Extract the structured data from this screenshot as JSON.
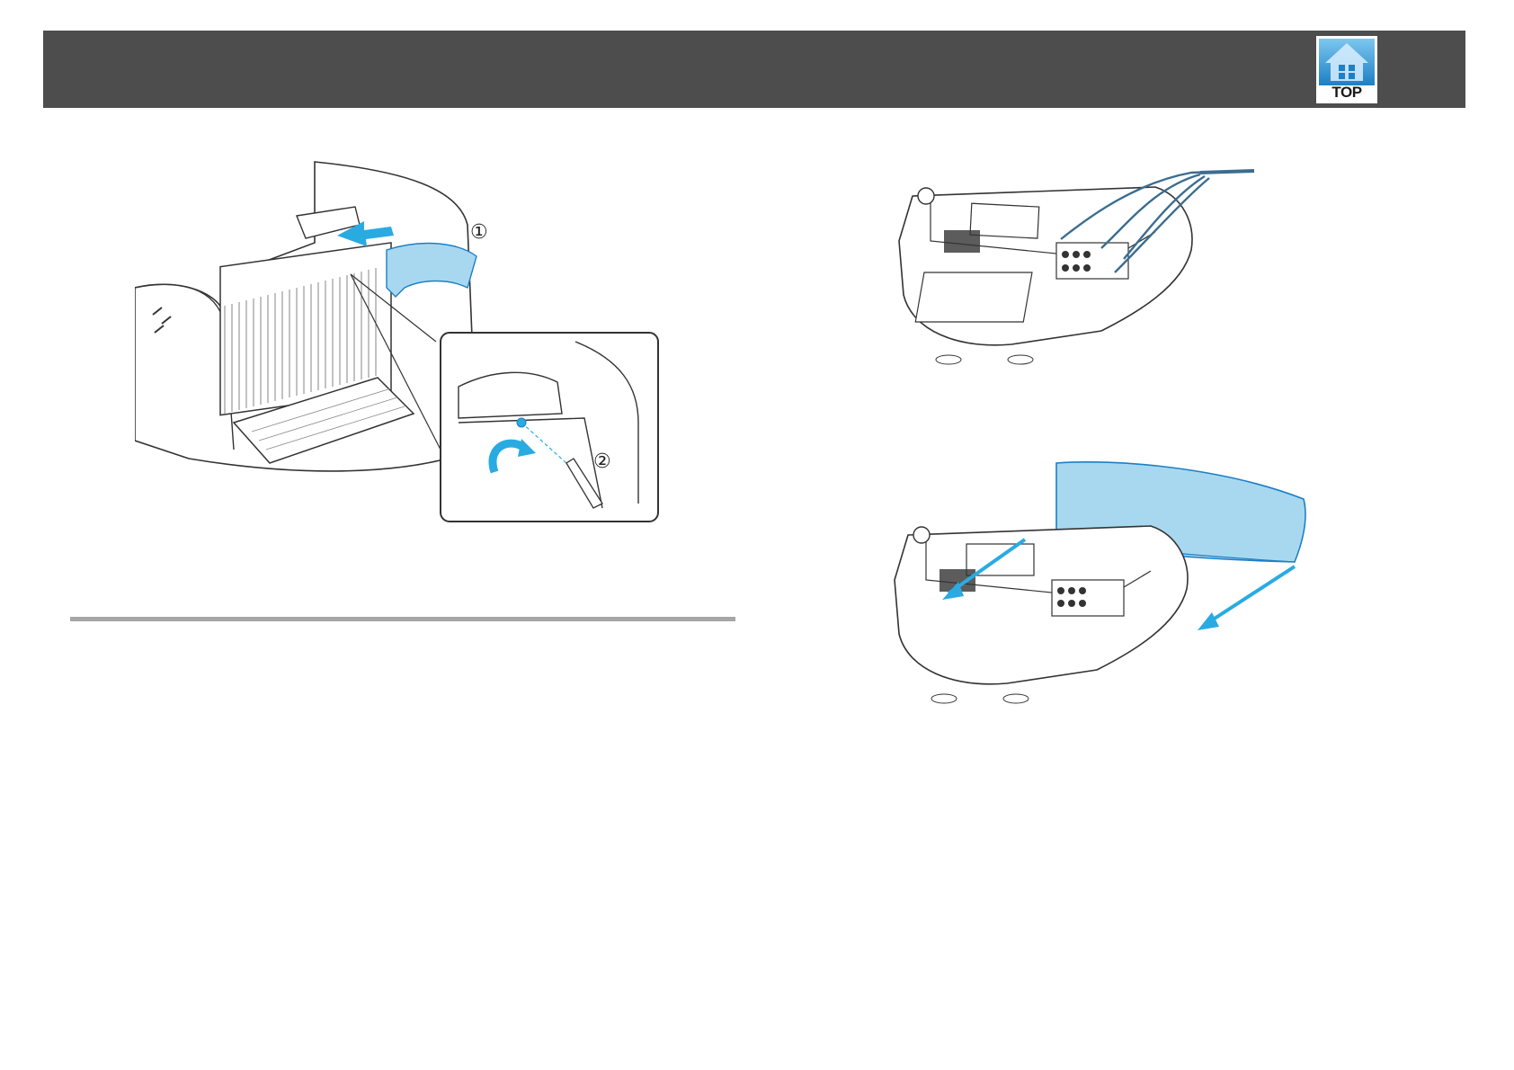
{
  "header": {
    "top_button_label": "TOP",
    "top_button_icon": "house-icon"
  },
  "figures": {
    "filter_cover": {
      "callout_1": "①",
      "callout_2": "②"
    }
  },
  "colors": {
    "header_bar": "#4d4d4d",
    "accent_blue": "#29abe2",
    "cover_fill": "#a8d8f0",
    "section_rule": "#a6a6a6"
  }
}
